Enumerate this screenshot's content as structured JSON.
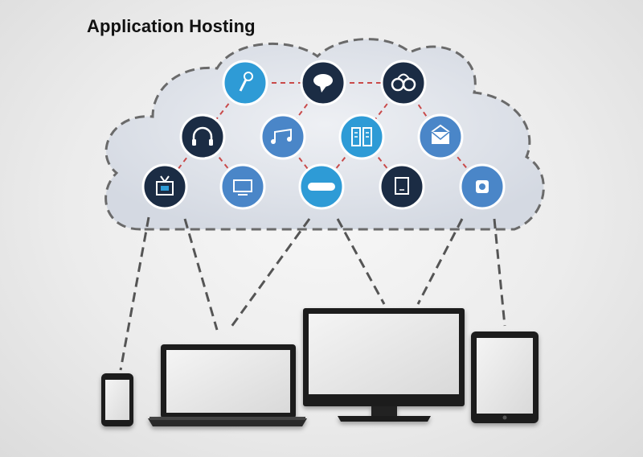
{
  "diagram": {
    "title": "Application Hosting",
    "colors": {
      "dark_node": "#1b2c44",
      "blue_node": "#2e9bd6",
      "steel_node": "#4a86c8",
      "cloud_fill": "#dfe3ea",
      "cloud_outline": "#666666",
      "device_frame": "#1c1c1c",
      "screen": "#e6e6e6"
    },
    "cloud_nodes": [
      {
        "id": "n1",
        "icon": "microphone-icon",
        "style": "blue"
      },
      {
        "id": "n2",
        "icon": "chat-bubble-icon",
        "style": "dark"
      },
      {
        "id": "n3",
        "icon": "earbuds-icon",
        "style": "dark"
      },
      {
        "id": "n4",
        "icon": "headphones-icon",
        "style": "dark"
      },
      {
        "id": "n5",
        "icon": "music-notes-icon",
        "style": "steel"
      },
      {
        "id": "n6",
        "icon": "book-icon",
        "style": "blue"
      },
      {
        "id": "n7",
        "icon": "envelope-icon",
        "style": "steel"
      },
      {
        "id": "n8",
        "icon": "tv-icon",
        "style": "dark"
      },
      {
        "id": "n9",
        "icon": "monitor-icon",
        "style": "steel"
      },
      {
        "id": "n10",
        "icon": "game-controller-icon",
        "style": "blue"
      },
      {
        "id": "n11",
        "icon": "tablet-icon",
        "style": "dark"
      },
      {
        "id": "n12",
        "icon": "camera-icon",
        "style": "steel"
      }
    ],
    "devices": [
      {
        "id": "phone",
        "icon": "smartphone-icon"
      },
      {
        "id": "laptop",
        "icon": "laptop-icon"
      },
      {
        "id": "desktop",
        "icon": "desktop-monitor-icon"
      },
      {
        "id": "tablet",
        "icon": "tablet-device-icon"
      }
    ]
  }
}
